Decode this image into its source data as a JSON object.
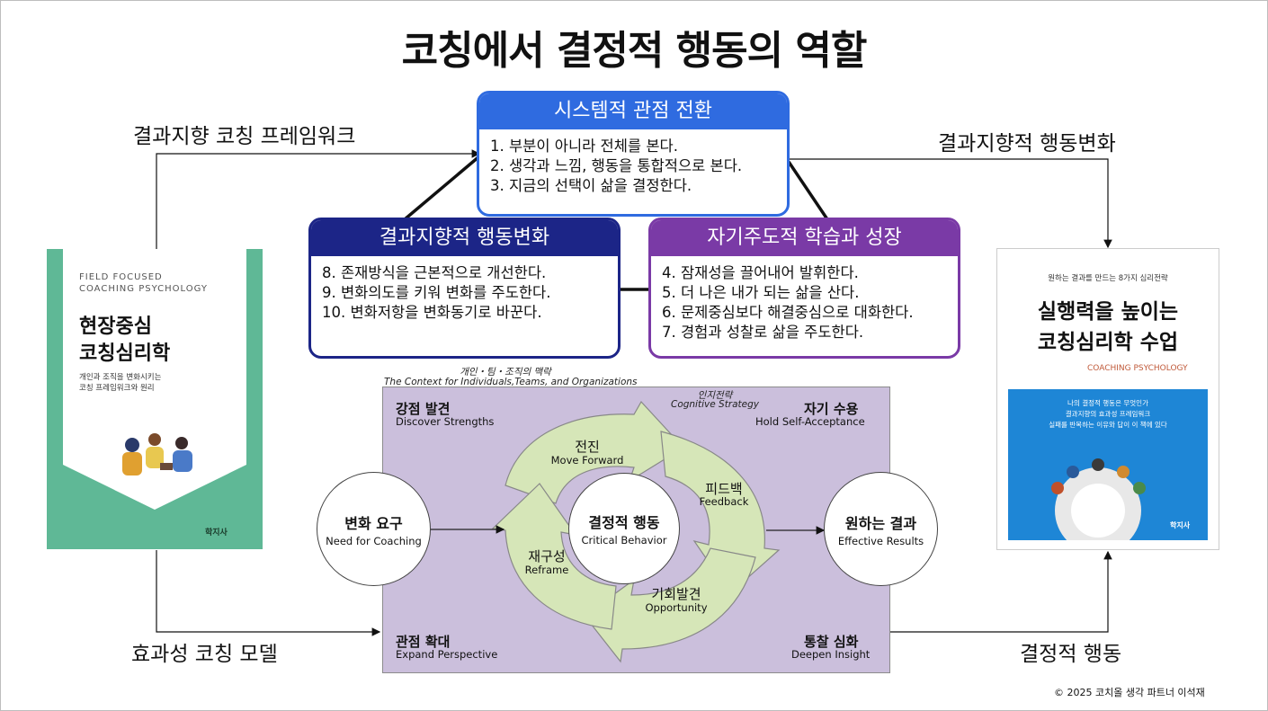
{
  "title": "코칭에서 결정적 행동의 역할",
  "labels": {
    "top_left": "결과지향 코칭 프레임워크",
    "top_right": "결과지향적 행동변화",
    "bottom_left": "효과성 코칭 모델",
    "bottom_right": "결정적 행동"
  },
  "cards": {
    "system": {
      "title": "시스템적 관점 전환",
      "items": [
        "1. 부분이 아니라 전체를 본다.",
        "2. 생각과 느낌, 행동을 통합적으로 본다.",
        "3. 지금의 선택이 삶을 결정한다."
      ]
    },
    "result": {
      "title": "결과지향적 행동변화",
      "items": [
        "8. 존재방식을 근본적으로 개선한다.",
        "9. 변화의도를 키워 변화를 주도한다.",
        "10. 변화저항을 변화동기로 바꾼다."
      ]
    },
    "self": {
      "title": "자기주도적 학습과 성장",
      "items": [
        "4. 잠재성을 끌어내어 발휘한다.",
        "5. 더 나은 내가 되는 삶을 산다.",
        "6. 문제중심보다 해결중심으로 대화한다.",
        "7. 경험과 성찰로 삶을 주도한다."
      ]
    }
  },
  "model": {
    "context_ko": "개인・팀・조직의 맥락",
    "context_en": "The Context for Individuals,Teams,  and Organizations",
    "strategy_ko": "인지전략",
    "strategy_en": "Cognitive Strategy",
    "corners": {
      "tl_ko": "강점 발견",
      "tl_en": "Discover Strengths",
      "tr_ko": "자기 수용",
      "tr_en": "Hold Self-Acceptance",
      "bl_ko": "관점 확대",
      "bl_en": "Expand Perspective",
      "br_ko": "통찰 심화",
      "br_en": "Deepen Insight"
    },
    "need_ko": "변화 요구",
    "need_en": "Need for Coaching",
    "critical_ko": "결정적 행동",
    "critical_en": "Critical Behavior",
    "result_ko": "원하는 결과",
    "result_en": "Effective Results",
    "cycle": {
      "forward_ko": "전진",
      "forward_en": "Move Forward",
      "feedback_ko": "피드백",
      "feedback_en": "Feedback",
      "opportunity_ko": "기회발견",
      "opportunity_en": "Opportunity",
      "reframe_ko": "재구성",
      "reframe_en": "Reframe"
    }
  },
  "book_left": {
    "series_line1": "FIELD FOCUSED",
    "series_line2": "COACHING PSYCHOLOGY",
    "title_line1": "현장중심",
    "title_line2": "코칭심리학",
    "subtitle_line1": "개인과 조직을 변화시키는",
    "subtitle_line2": "코칭 프레임워크와 원리",
    "publisher": "학지사"
  },
  "book_right": {
    "tagline": "원하는 결과를 만드는 8가지 심리전략",
    "title_line1": "실행력을 높이는",
    "title_line2": "코칭심리학 수업",
    "english": "COACHING PSYCHOLOGY",
    "blurb1": "나의 결정적 행동은 무엇인가",
    "blurb2": "결과지향의 효과성 프레임워크",
    "blurb3": "실패를 반복하는 이유와 답이 이 책에 있다",
    "publisher": "학지사"
  },
  "copyright": "© 2025 코치올 생각 파트너 이석재",
  "colors": {
    "blue": "#2f6be0",
    "navy": "#1c2587",
    "purple": "#7a3aa6",
    "panel": "#cbbfdc",
    "cycle": "#d6e6b8",
    "book_green": "#5fb896",
    "book_blue": "#1e86d6"
  }
}
